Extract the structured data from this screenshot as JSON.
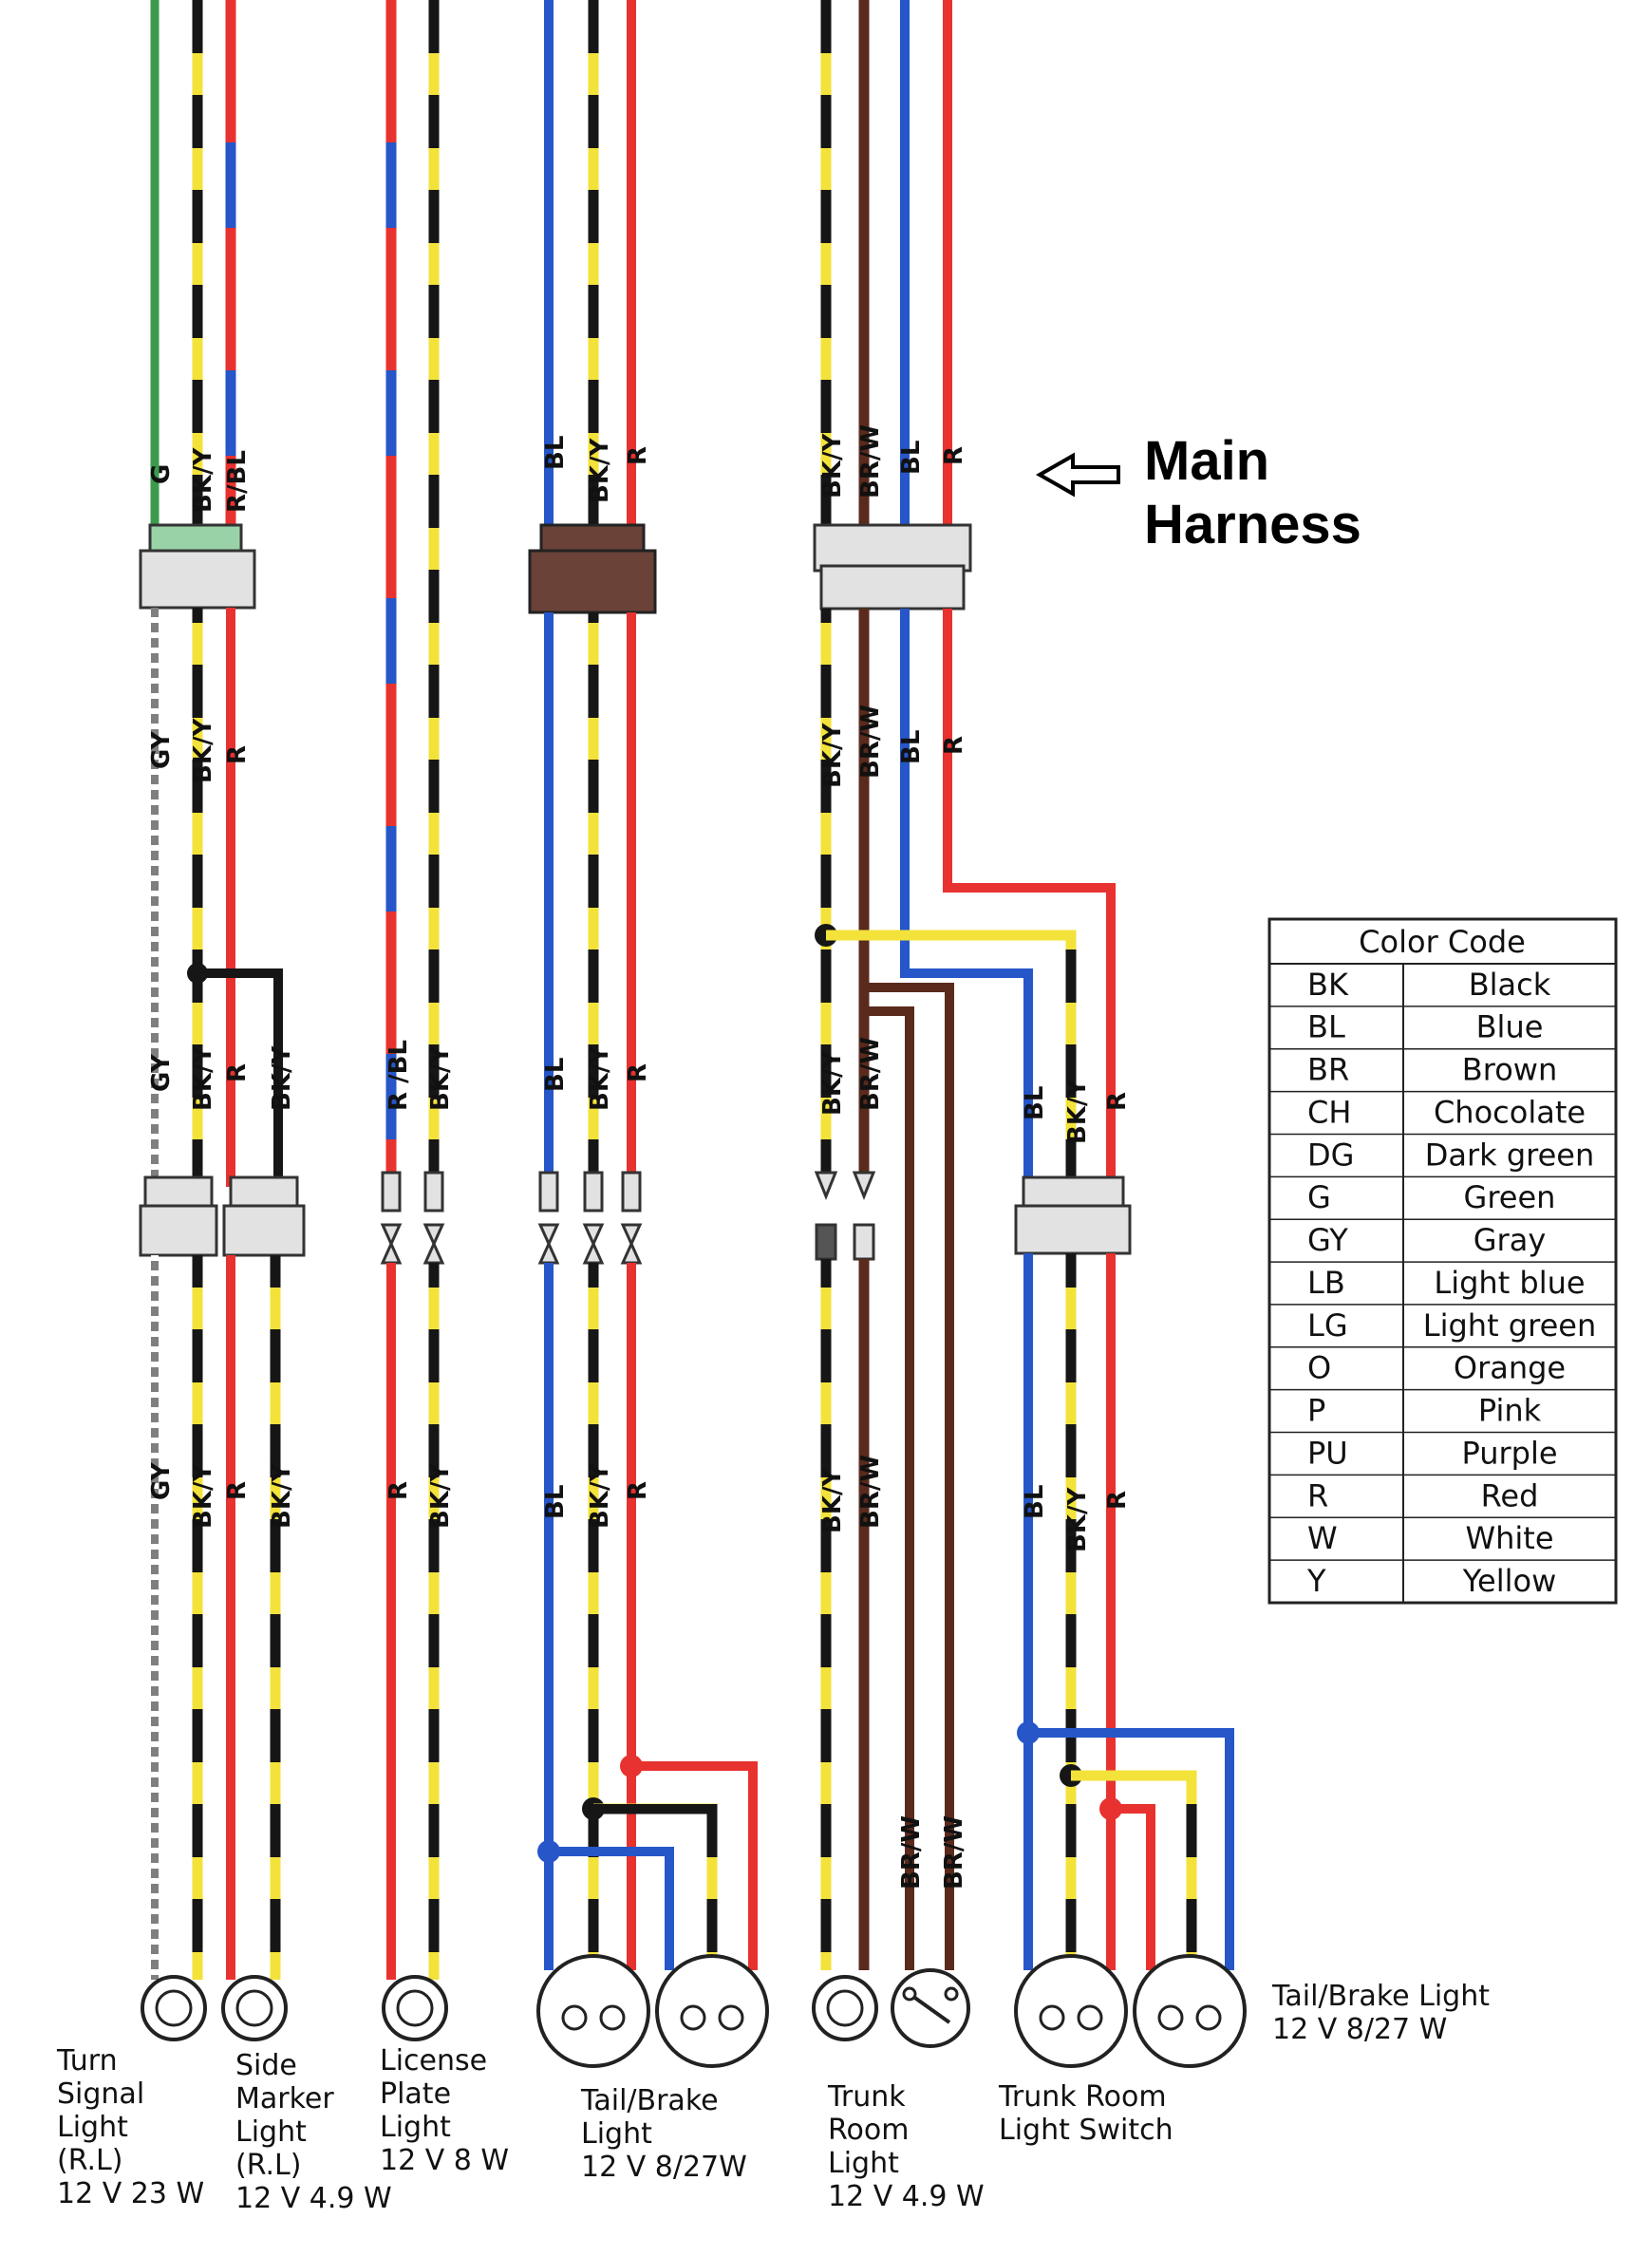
{
  "main_harness": {
    "line1": "Main",
    "line2": "Harness"
  },
  "wire_labels": {
    "g": "G",
    "bk_y": "BK/Y",
    "r_bl": "R/BL",
    "gy": "GY",
    "r": "R",
    "bl": "BL",
    "br_w": "BR/W",
    "r_bl_spaced": "R /BL"
  },
  "components": [
    {
      "lines": [
        "Turn",
        "Signal",
        "Light",
        "(R.L)",
        "12 V 23 W"
      ]
    },
    {
      "lines": [
        "Side",
        "Marker",
        "Light",
        "(R.L)",
        "12 V 4.9 W"
      ]
    },
    {
      "lines": [
        "License",
        "Plate",
        "Light",
        "12 V 8 W"
      ]
    },
    {
      "lines": [
        "Tail/Brake",
        "Light",
        "12 V 8/27W"
      ]
    },
    {
      "lines": [
        "Trunk",
        "Room",
        "Light",
        "12 V 4.9 W"
      ]
    },
    {
      "lines": [
        "Trunk Room",
        "Light Switch"
      ]
    },
    {
      "lines": [
        "Tail/Brake Light",
        "12 V 8/27 W"
      ]
    }
  ],
  "color_code": {
    "title": "Color Code",
    "rows": [
      {
        "code": "BK",
        "name": "Black"
      },
      {
        "code": "BL",
        "name": "Blue"
      },
      {
        "code": "BR",
        "name": "Brown"
      },
      {
        "code": "CH",
        "name": "Chocolate"
      },
      {
        "code": "DG",
        "name": "Dark green"
      },
      {
        "code": "G",
        "name": "Green"
      },
      {
        "code": "GY",
        "name": "Gray"
      },
      {
        "code": "LB",
        "name": "Light blue"
      },
      {
        "code": "LG",
        "name": "Light green"
      },
      {
        "code": "O",
        "name": "Orange"
      },
      {
        "code": "P",
        "name": "Pink"
      },
      {
        "code": "PU",
        "name": "Purple"
      },
      {
        "code": "R",
        "name": "Red"
      },
      {
        "code": "W",
        "name": "White"
      },
      {
        "code": "Y",
        "name": "Yellow"
      }
    ]
  },
  "colors": {
    "red": "#e8322f",
    "blue": "#2656c8",
    "yellow": "#f3e23a",
    "black": "#161616",
    "green": "#3c9a4c",
    "gray": "#8a8a8a",
    "brown": "#5a2a1c",
    "connector_brown": "#6a4238",
    "connector_green": "#9ad2a8",
    "connector_gray": "#e2e2e2"
  }
}
